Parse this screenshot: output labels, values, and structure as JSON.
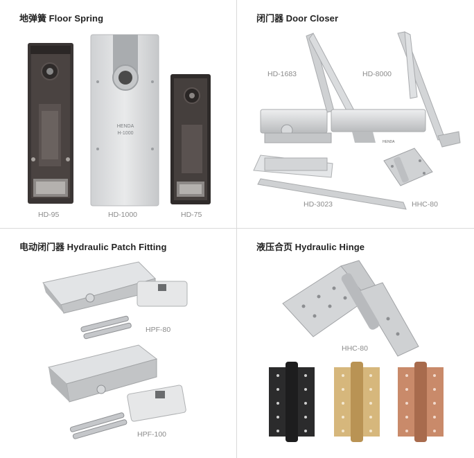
{
  "sections": [
    {
      "title_cn": "地弹簧",
      "title_en": "Floor Spring",
      "products": [
        "HD-95",
        "HD-1000",
        "HD-75"
      ],
      "plate_brand": "HENDA",
      "plate_model": "H-1000"
    },
    {
      "title_cn": "闭门器",
      "title_en": "Door Closer",
      "products": [
        "HD-1683",
        "HD-8000",
        "HD-3023",
        "HHC-80"
      ],
      "plate_brand": "HENDA"
    },
    {
      "title_cn": "电动闭门器",
      "title_en": "Hydraulic Patch Fitting",
      "products": [
        "HPF-80",
        "HPF-100"
      ]
    },
    {
      "title_cn": "液压合页",
      "title_en": "Hydraulic Hinge",
      "products": [
        "HHC-80"
      ],
      "finishes": [
        "black",
        "gold",
        "rose-gold"
      ]
    }
  ]
}
